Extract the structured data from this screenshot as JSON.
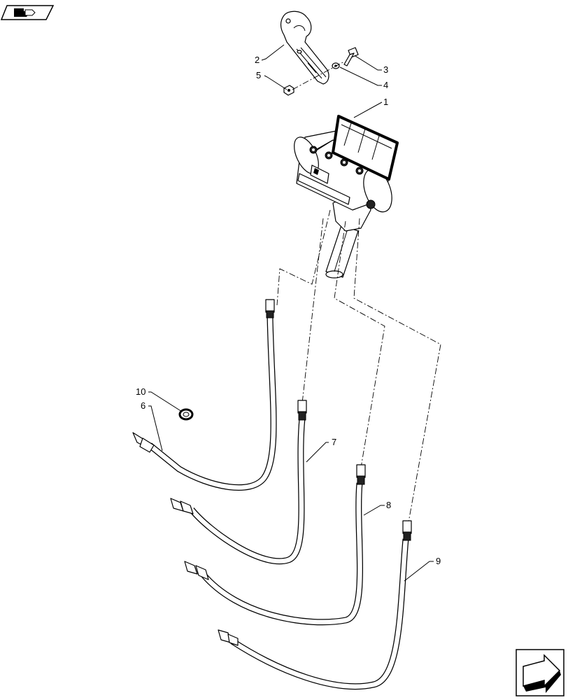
{
  "diagram": {
    "callouts": [
      {
        "id": "callout-1",
        "label": "1"
      },
      {
        "id": "callout-2",
        "label": "2"
      },
      {
        "id": "callout-3",
        "label": "3"
      },
      {
        "id": "callout-4",
        "label": "4"
      },
      {
        "id": "callout-5",
        "label": "5"
      },
      {
        "id": "callout-6",
        "label": "6"
      },
      {
        "id": "callout-7",
        "label": "7"
      },
      {
        "id": "callout-8",
        "label": "8"
      },
      {
        "id": "callout-9",
        "label": "9"
      },
      {
        "id": "callout-10",
        "label": "10"
      }
    ],
    "icons": {
      "top_left": "book-pointer-icon",
      "bottom_right": "next-page-arrow-icon"
    },
    "colors": {
      "line": "#000000",
      "background": "#ffffff"
    }
  }
}
